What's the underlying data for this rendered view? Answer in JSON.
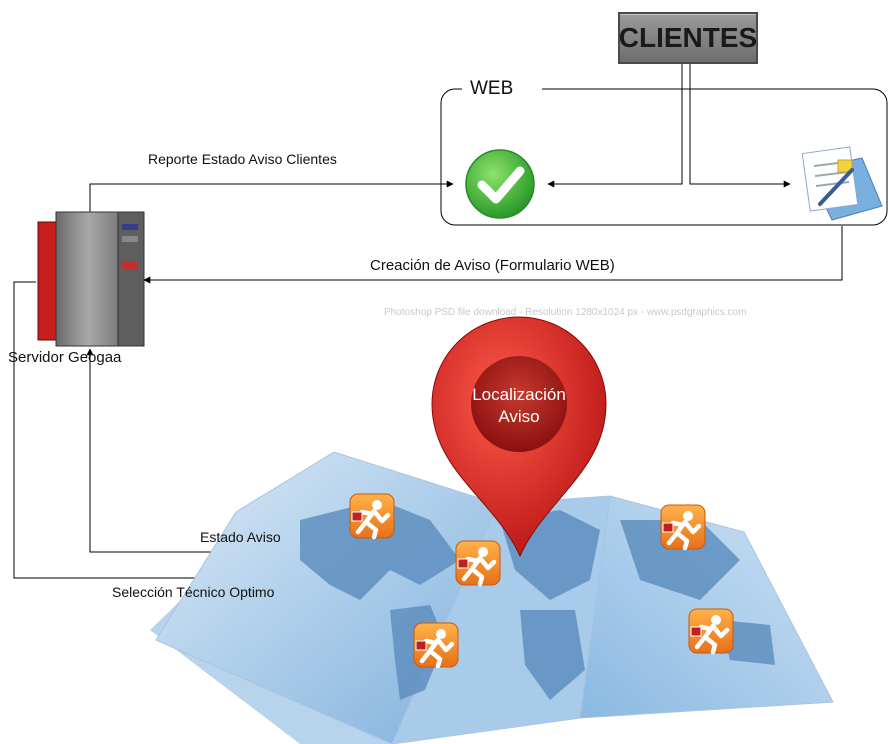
{
  "clientes": "CLIENTES",
  "web_group": "WEB",
  "arrows": {
    "report": "Reporte Estado Aviso Clientes",
    "creation": "Creación de Aviso (Formulario WEB)",
    "status": "Estado Aviso",
    "selection": "Selección Técnico Optimo"
  },
  "server": "Servidor Geogaa",
  "pin": {
    "line1": "Localización",
    "line2": "Aviso"
  },
  "watermark": "Photoshop PSD file download  -  Resolution 1280x1024 px  -  www.psdgraphics.com",
  "icons": {
    "clients": "clients-box",
    "check": "check-icon",
    "form": "form-document-icon",
    "server": "server-icon",
    "map": "world-map-icon",
    "pin": "location-pin-icon",
    "technician": "technician-icon"
  },
  "colors": {
    "pin_red": "#d42020",
    "check_green": "#3cb83c",
    "technician_orange": "#f08a1c",
    "map_blue": "#9cc3e6",
    "server_red": "#c81e1e"
  }
}
